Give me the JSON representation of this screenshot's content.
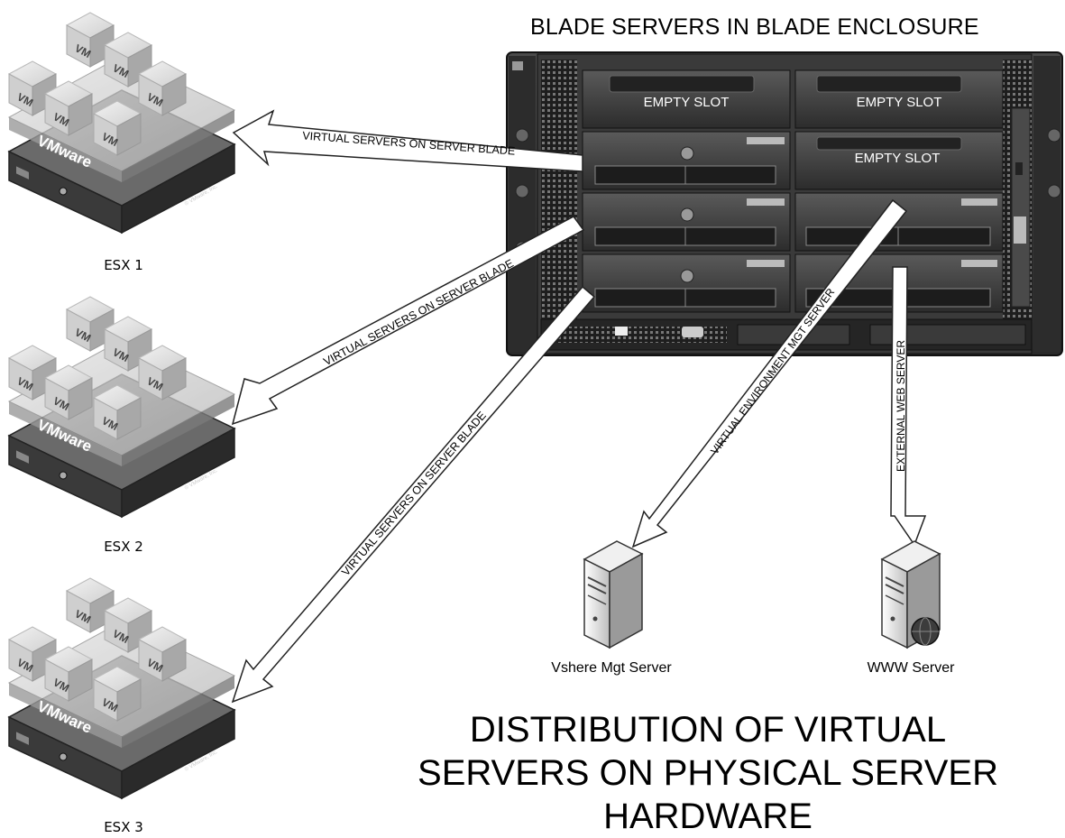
{
  "enclosure": {
    "title": "BLADE SERVERS IN BLADE ENCLOSURE",
    "slots": [
      {
        "id": "top-left",
        "label": "EMPTY SLOT"
      },
      {
        "id": "top-right",
        "label": "EMPTY SLOT"
      },
      {
        "id": "row2-right",
        "label": "EMPTY SLOT"
      }
    ]
  },
  "hosts": [
    {
      "label": "ESX 1",
      "platform": "VMware",
      "vm_label": "VM",
      "vm_count": 6,
      "mark": "© VMware, Inc."
    },
    {
      "label": "ESX 2",
      "platform": "VMware",
      "vm_label": "VM",
      "vm_count": 6,
      "mark": "© VMware, Inc."
    },
    {
      "label": "ESX 3",
      "platform": "VMware",
      "vm_label": "VM",
      "vm_count": 6,
      "mark": "© VMware, Inc."
    }
  ],
  "arrows": [
    {
      "label": "VIRTUAL SERVERS ON SERVER BLADE",
      "from": "blade-1",
      "to": "ESX 1"
    },
    {
      "label": "VIRTUAL SERVERS ON SERVER BLADE",
      "from": "blade-2",
      "to": "ESX 2"
    },
    {
      "label": "VIRTUAL SERVERS ON SERVER BLADE",
      "from": "blade-3",
      "to": "ESX 3"
    },
    {
      "label": "VIRTUAL ENVIRONMENT MGT SERVER",
      "from": "blade-4",
      "to": "Vshere Mgt Server"
    },
    {
      "label": "EXTERNAL WEB SERVER",
      "from": "blade-5",
      "to": "WWW Server"
    }
  ],
  "servers": [
    {
      "label": "Vshere Mgt Server",
      "icon": "tower-server-icon"
    },
    {
      "label": "WWW Server",
      "icon": "web-server-icon"
    }
  ],
  "main_title": "DISTRIBUTION OF VIRTUAL SERVERS ON PHYSICAL SERVER HARDWARE"
}
